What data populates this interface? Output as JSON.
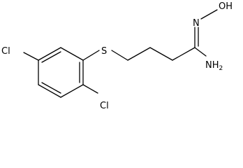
{
  "diagram": {
    "type": "structural-formula",
    "atoms": {
      "cl_left": "Cl",
      "cl_bottom": "Cl",
      "sulfur": "S",
      "hydroxylamine": "N",
      "hydroxyl": "OH",
      "amine": "NH",
      "amine_subscript": "2"
    },
    "colors": {
      "bond": "#000000",
      "label": "#000000",
      "background": "#ffffff"
    }
  }
}
